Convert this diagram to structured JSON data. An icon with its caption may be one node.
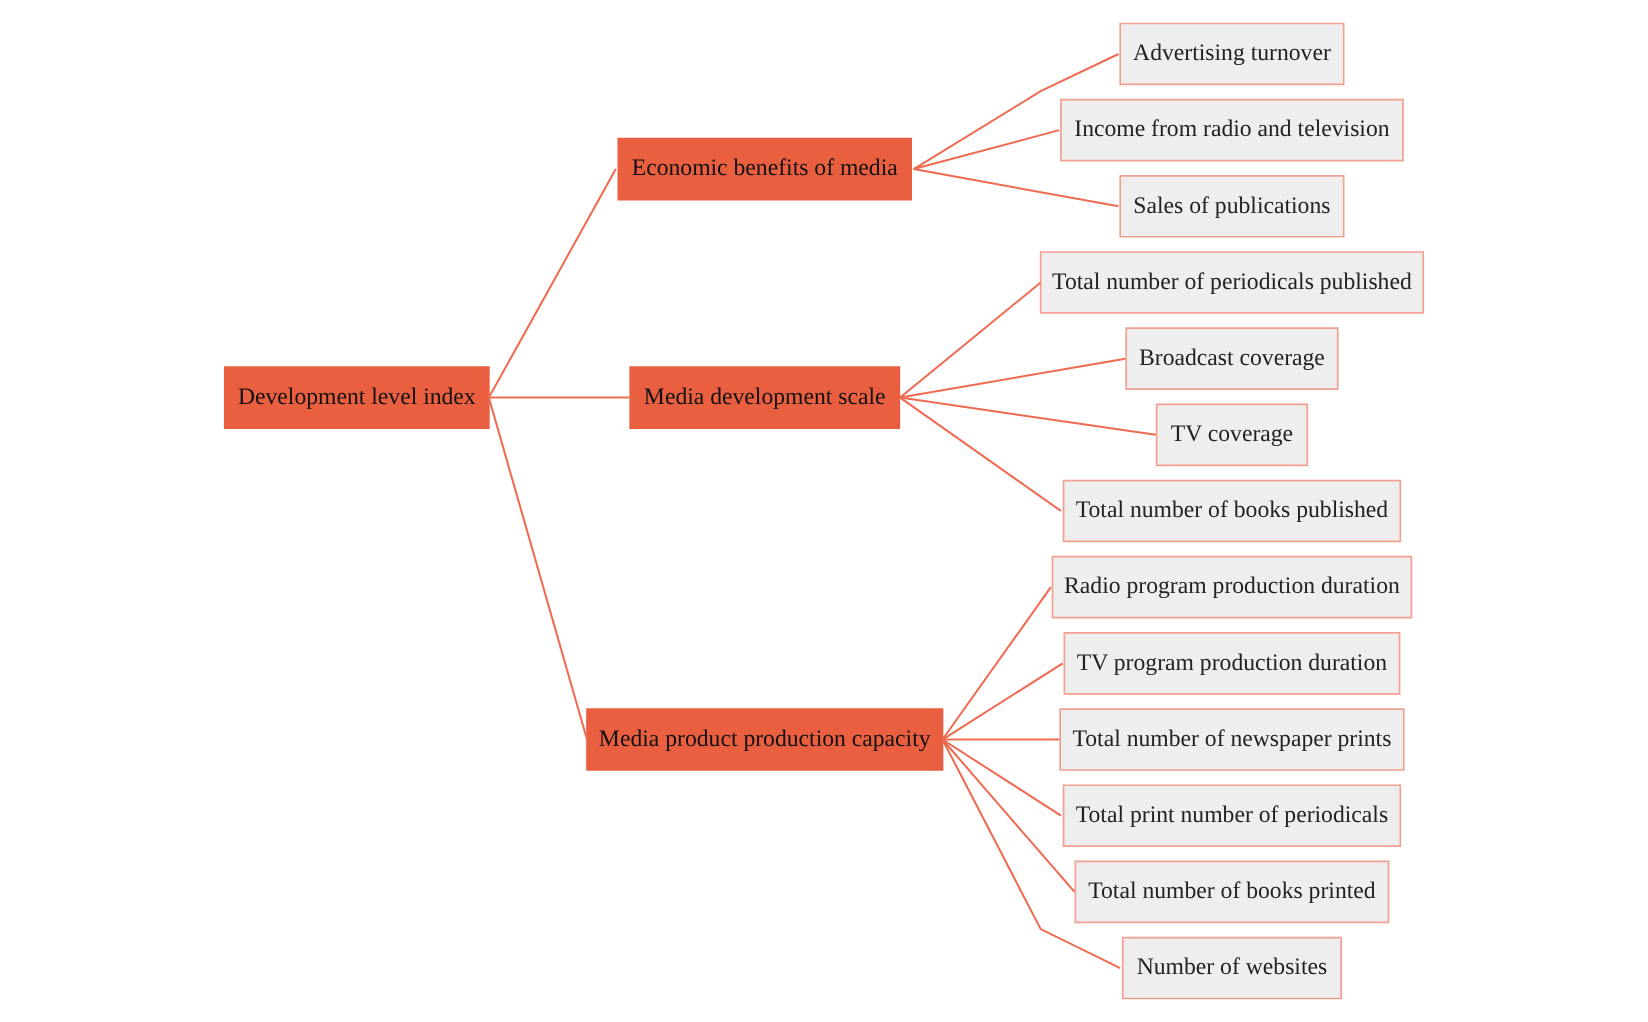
{
  "diagram": {
    "nodes": [
      {
        "text": [
          "Development level index"
        ]
      },
      {
        "text": [
          "Economic benefits of media"
        ]
      },
      {
        "text": [
          "Advertising turnover"
        ]
      },
      {
        "text": [
          "Income from radio and television"
        ]
      },
      {
        "text": [
          "Sales of publications"
        ]
      },
      {
        "text": [
          "Media development scale"
        ]
      },
      {
        "text": [
          "Total number of periodicals published"
        ]
      },
      {
        "text": [
          "Broadcast coverage"
        ]
      },
      {
        "text": [
          "TV coverage"
        ]
      },
      {
        "text": [
          "Total number of books published"
        ]
      },
      {
        "text": [
          "Media product production capacity"
        ]
      },
      {
        "text": [
          "Radio program production duration"
        ]
      },
      {
        "text": [
          "TV program production duration"
        ]
      },
      {
        "text": [
          "Total number of newspaper prints"
        ]
      },
      {
        "text": [
          "Total print number of periodicals"
        ]
      },
      {
        "text": [
          "Total number of books printed"
        ]
      },
      {
        "text": [
          "Number of websites"
        ]
      }
    ],
    "edges": [
      {
        "from": 0,
        "to": 1,
        "arrow": "none"
      },
      {
        "from": 1,
        "to": 2,
        "arrow": "none"
      },
      {
        "from": 1,
        "to": 3,
        "arrow": "none"
      },
      {
        "from": 1,
        "to": 4,
        "arrow": "none"
      },
      {
        "from": 0,
        "to": 5,
        "arrow": "none"
      },
      {
        "from": 5,
        "to": 6,
        "arrow": "none"
      },
      {
        "from": 5,
        "to": 7,
        "arrow": "none"
      },
      {
        "from": 5,
        "to": 8,
        "arrow": "none"
      },
      {
        "from": 5,
        "to": 9,
        "arrow": "none"
      },
      {
        "from": 0,
        "to": 10,
        "arrow": "none"
      },
      {
        "from": 10,
        "to": 11,
        "arrow": "none"
      },
      {
        "from": 10,
        "to": 12,
        "arrow": "none"
      },
      {
        "from": 10,
        "to": 13,
        "arrow": "none"
      },
      {
        "from": 10,
        "to": 14,
        "arrow": "none"
      },
      {
        "from": 10,
        "to": 15,
        "arrow": "none"
      },
      {
        "from": 10,
        "to": 16,
        "arrow": "none"
      }
    ]
  }
}
